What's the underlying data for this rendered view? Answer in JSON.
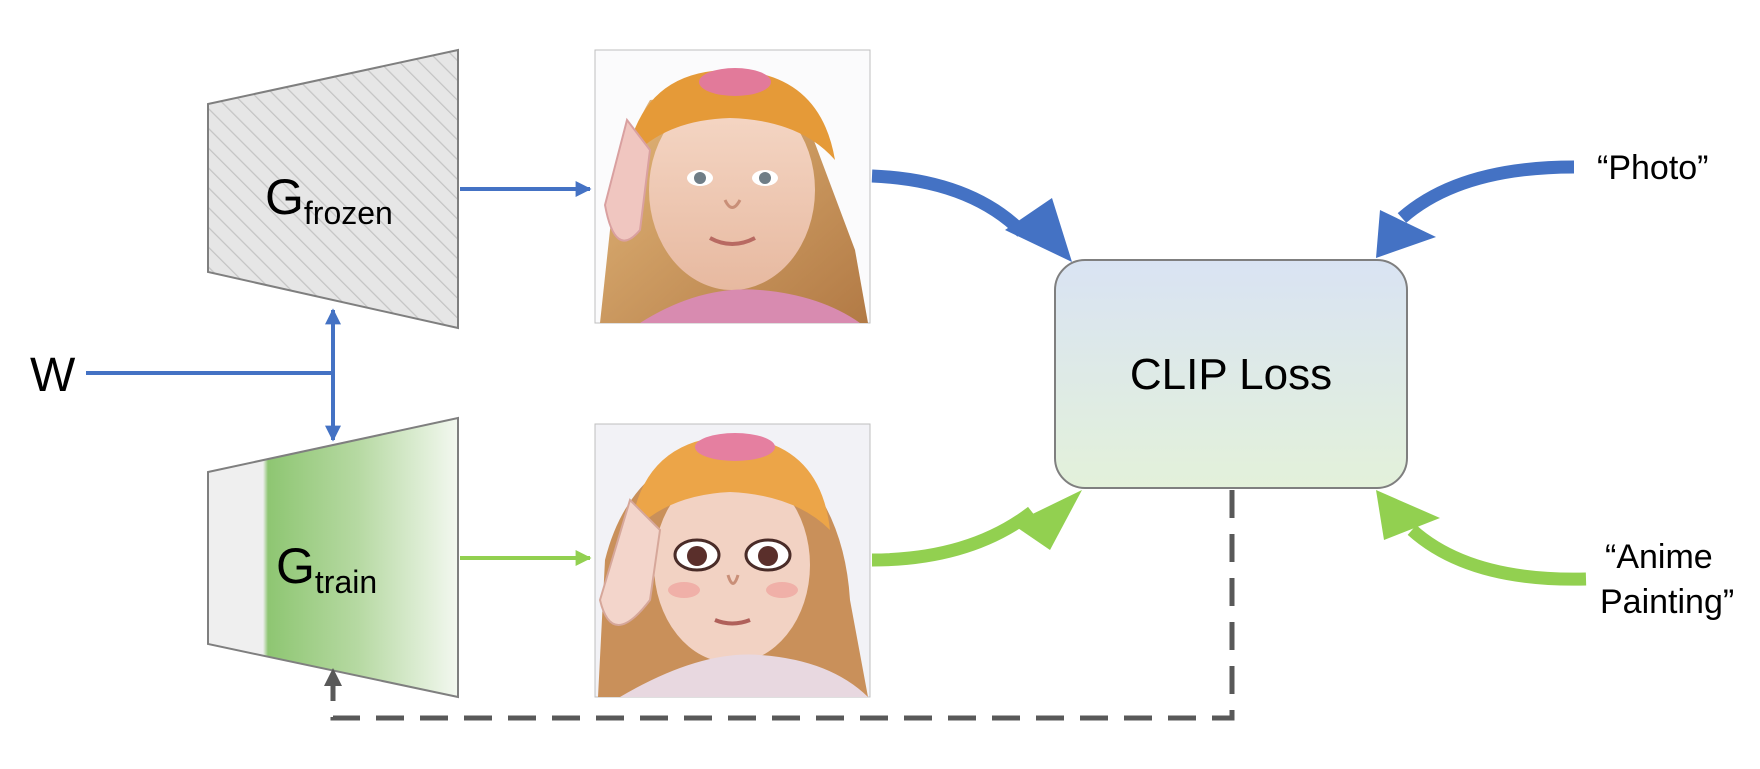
{
  "input_label": "W",
  "generators": {
    "frozen": {
      "base": "G",
      "sub": "frozen"
    },
    "train": {
      "base": "G",
      "sub": "train"
    }
  },
  "loss_box": {
    "label": "CLIP Loss"
  },
  "text_prompts": {
    "source": "“Photo”",
    "target_line1": "“Anime",
    "target_line2": "Painting”"
  },
  "images": {
    "frozen_output": "photo-of-toddler-in-knit-hat",
    "train_output": "anime-painting-of-toddler-in-knit-hat"
  },
  "colors": {
    "blue": "#4472C4",
    "green": "#92D050",
    "dashed": "#595959",
    "frozen_fill": "#E4E4E4",
    "train_fill": "#A9D18E",
    "box_top": "#DAE3F3",
    "box_bottom": "#E2F0D9"
  }
}
